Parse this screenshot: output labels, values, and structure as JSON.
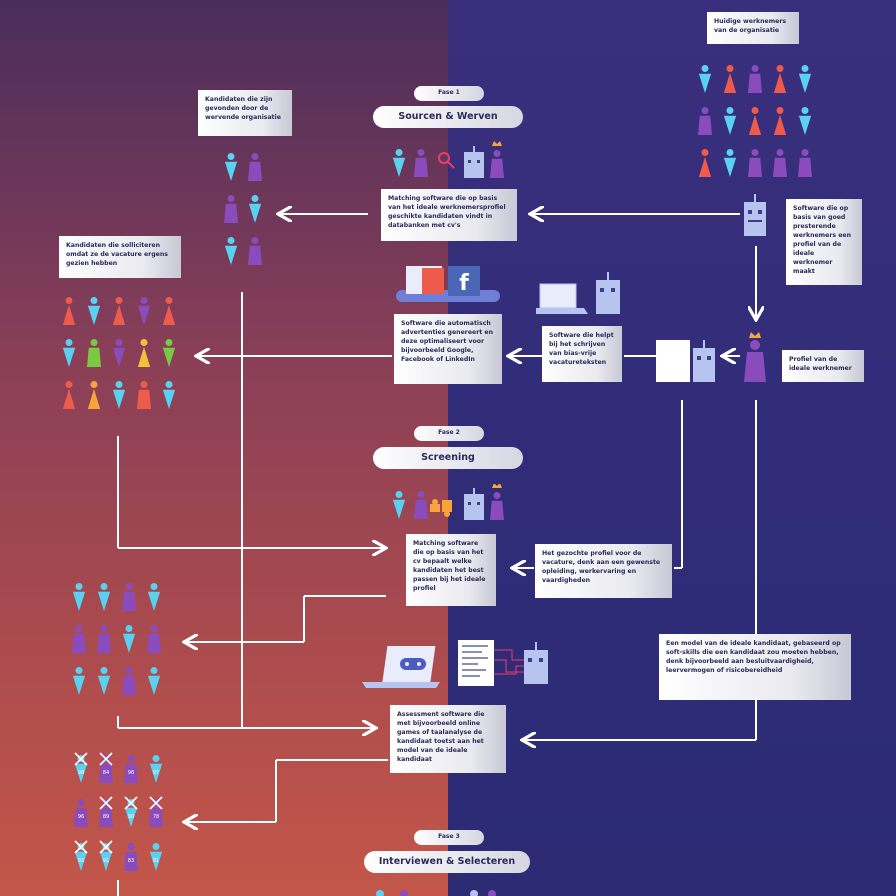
{
  "colors": {
    "bg_left_top": "#4a2d5c",
    "bg_left_bottom": "#c2574a",
    "bg_right": "#2f2c78",
    "cyan": "#5ad1f0",
    "purple": "#8a4bbd",
    "red": "#ef5b4a",
    "orange": "#f7a53a",
    "green": "#7ac943",
    "yellow": "#f3c23c",
    "robot": "#b6c4ef"
  },
  "phases": [
    {
      "label": "Fase 1",
      "title": "Sourcen & Werven"
    },
    {
      "label": "Fase 2",
      "title": "Screening"
    },
    {
      "label": "Fase 3",
      "title": "Interviewen & Selecteren"
    }
  ],
  "boxes": {
    "huidige": "Huidige werknemers van de organisatie",
    "kandidaten_gevonden": "Kandidaten die zijn gevonden door de wervende organisatie",
    "matching1": "Matching software die op basis van het ideale werknemersprofiel geschikte kandidaten vindt in databanken met cv's",
    "software_profiel": "Software die op basis van goed presterende werknemers een profiel van de ideale werknemer maakt",
    "kandidaten_sollic": "Kandidaten die solliciteren omdat ze de vacature ergens gezien hebben",
    "advertenties": "Software die automatisch advertenties genereert en deze optimaliseert voor bijvoorbeeld Google, Facebook of LinkedIn",
    "bias": "Software die helpt bij het schrijven van bias-vrije vacatureteksten",
    "profiel_ideale": "Profiel van de ideale werknemer",
    "matching2": "Matching software die op basis van het cv bepaalt welke kandidaten het best passen bij het ideale profiel",
    "gezochte": "Het gezochte profiel voor de vacature, denk aan een gewenste opleiding, werkervaring en vaardigheden",
    "model": "Een model van de ideale kandidaat, gebaseerd op soft-skills die een kandidaat zou moeten hebben, denk bijvoorbeeld aan besluitvaardigheid, leervermogen of risicobereidheid",
    "assessment": "Assessment software die met bijvoorbeeld online games of taalanalyse de kandidaat toetst aan het model van de ideale kandidaat"
  },
  "scores": [
    "98",
    "84",
    "98",
    "97",
    "96",
    "89",
    "90",
    "78",
    "93",
    "91",
    "83",
    "81"
  ],
  "icons": {
    "search": "search-icon",
    "facebook": "facebook-icon",
    "gamepad": "gamepad-icon",
    "crown": "crown-icon"
  }
}
